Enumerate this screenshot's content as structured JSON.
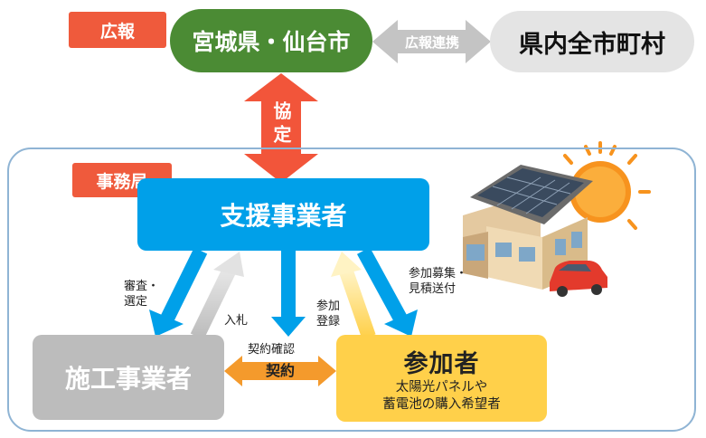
{
  "tags": {
    "pr": "広報",
    "secretariat": "事務局"
  },
  "nodes": {
    "miyagi": "宮城県・仙台市",
    "municipalities": "県内全市町村",
    "supporter": "支援事業者",
    "contractor": "施工事業者",
    "participant_title": "参加者",
    "participant_desc_1": "太陽光パネルや",
    "participant_desc_2": "蓄電池の購入希望者"
  },
  "arrows": {
    "pr_link": "広報連携",
    "agreement": "協定",
    "review_1": "審査・",
    "review_2": "選定",
    "bid": "入札",
    "register_1": "参加",
    "register_2": "登録",
    "recruit_1": "参加募集・",
    "recruit_2": "見積送付",
    "contract_check": "契約確認",
    "contract": "契約"
  },
  "colors": {
    "tag_red": "#ef5a3c",
    "pr_green": "#4b8b34",
    "supporter_blue": "#00a0e9",
    "contractor_gray": "#bcbcbc",
    "participant_yellow": "#ffd04a",
    "agreement_arrow": "#f2553a",
    "contract_arrow": "#f49a2c"
  }
}
